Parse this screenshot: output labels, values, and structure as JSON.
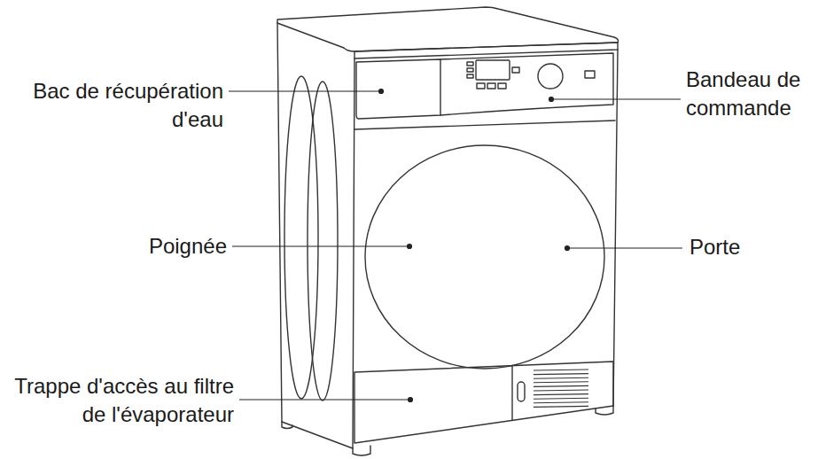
{
  "diagram": {
    "labels": [
      "Bac de récupération d'eau",
      "Bandeau de commande",
      "Poignée",
      "Porte",
      "Trappe d'accès au filtre de l'évaporateur"
    ]
  }
}
